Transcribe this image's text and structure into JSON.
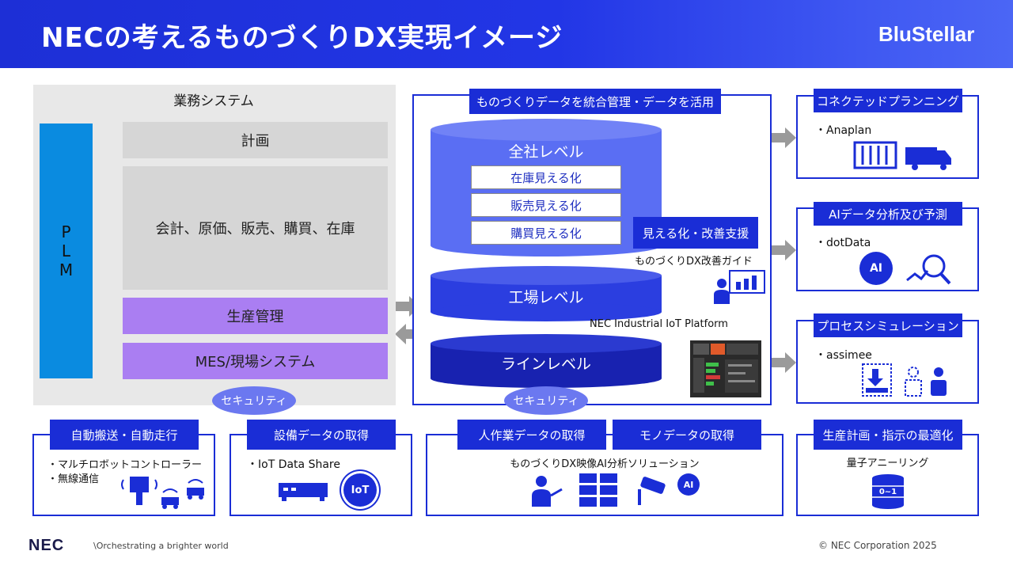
{
  "title": "NECの考えるものづくりDX実現イメージ",
  "brand": "BluStellar",
  "business": {
    "title": "業務システム",
    "plm": "P\nL\nM",
    "plan": "計画",
    "accounting": "会計、原価、販売、購買、在庫",
    "production": "生産管理",
    "mes": "MES/現場システム"
  },
  "center": {
    "title": "ものづくりデータを統合管理・データを活用",
    "company_level": "全社レベル",
    "inventory": "在庫見える化",
    "sales": "販売見える化",
    "purchase": "購買見える化",
    "factory_level": "工場レベル",
    "line_level": "ラインレベル",
    "visualize": "見える化・改善支援",
    "guide": "ものづくりDX改善ガイド",
    "platform": "NEC Industrial IoT Platform",
    "security": "セキュリティ"
  },
  "right": {
    "connected": {
      "title": "コネクテッドプランニング",
      "item": "・Anaplan"
    },
    "ai": {
      "title": "AIデータ分析及び予測",
      "item": "・dotData",
      "ai_badge": "AI"
    },
    "process": {
      "title": "プロセスシミュレーション",
      "item": "・assimee"
    }
  },
  "bottom": {
    "transport": {
      "title": "自動搬送・自動走行",
      "item1": "・マルチロボットコントローラー",
      "item2": "・無線通信"
    },
    "equipment": {
      "title": "設備データの取得",
      "item": "・IoT Data Share",
      "iot": "IoT"
    },
    "human": {
      "title": "人作業データの取得"
    },
    "mono": {
      "title": "モノデータの取得"
    },
    "video": {
      "item": "ものづくりDX映像AI分析ソリューション",
      "ai_badge": "AI"
    },
    "optimize": {
      "title": "生産計画・指示の最適化",
      "item": "量子アニーリング",
      "binary": "0~1"
    }
  },
  "footer": {
    "logo": "NEC",
    "tagline": "\\Orchestrating a brighter world",
    "copyright": "© NEC Corporation 2025"
  },
  "colors": {
    "header": "#2236e6",
    "accent": "#1a2dd6",
    "purple": "#aa7ef2",
    "plm": "#0a8be0",
    "gray": "#d6d6d6"
  }
}
